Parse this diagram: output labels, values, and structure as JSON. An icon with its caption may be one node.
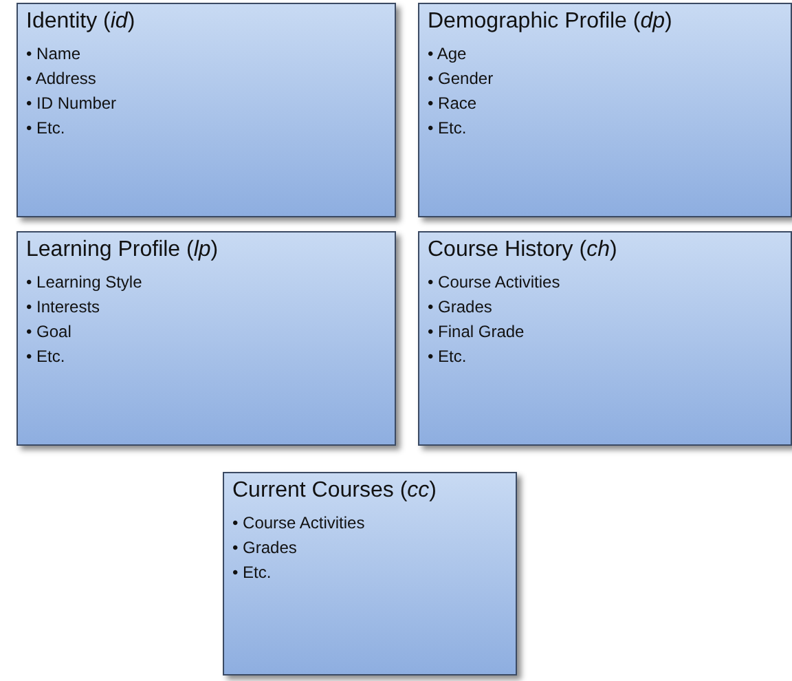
{
  "diagram": {
    "nodes": [
      {
        "text": [
          "Identity (*id*)",
          "• Name",
          "• Address",
          "• ID Number",
          "• Etc."
        ]
      },
      {
        "text": [
          "Demographic Profile (*dp*)",
          "• Age",
          "• Gender",
          "• Race",
          "• Etc."
        ]
      },
      {
        "text": [
          "Learning Profile (*lp*)",
          "• Learning Style",
          "• Interests",
          "• Goal",
          "• Etc."
        ]
      },
      {
        "text": [
          "Course History (*ch*)",
          "• Course Activities",
          "• Grades",
          "• Final Grade",
          "• Etc."
        ]
      },
      {
        "text": [
          "Current Courses (*cc*)",
          "• Course Activities",
          "• Grades",
          "• Etc."
        ]
      }
    ]
  }
}
